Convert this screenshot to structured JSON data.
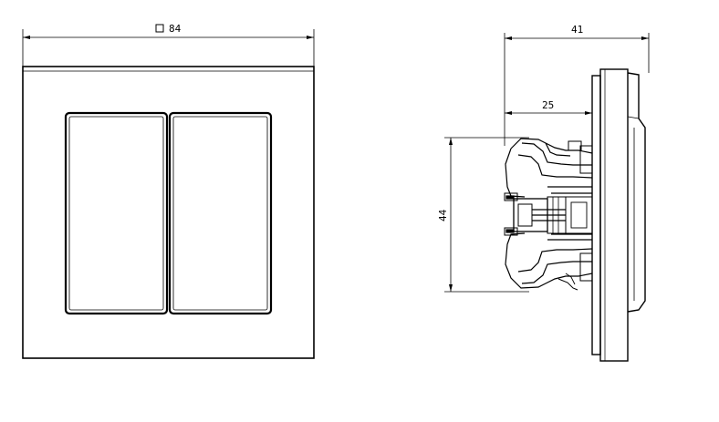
{
  "front_view": {
    "width_dim": "84",
    "square_symbol": "square-symbol"
  },
  "side_view": {
    "depth_dim": "41",
    "mount_depth_dim": "25",
    "mechanism_height_dim": "44"
  },
  "colors": {
    "line": "#000000",
    "background": "#ffffff"
  }
}
